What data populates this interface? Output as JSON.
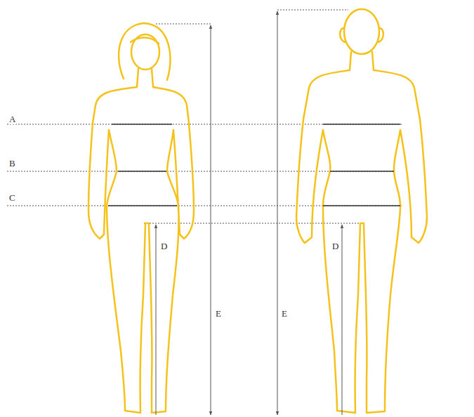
{
  "diagram": {
    "labels": [
      "A",
      "B",
      "C",
      "D",
      "D",
      "E",
      "E"
    ]
  }
}
